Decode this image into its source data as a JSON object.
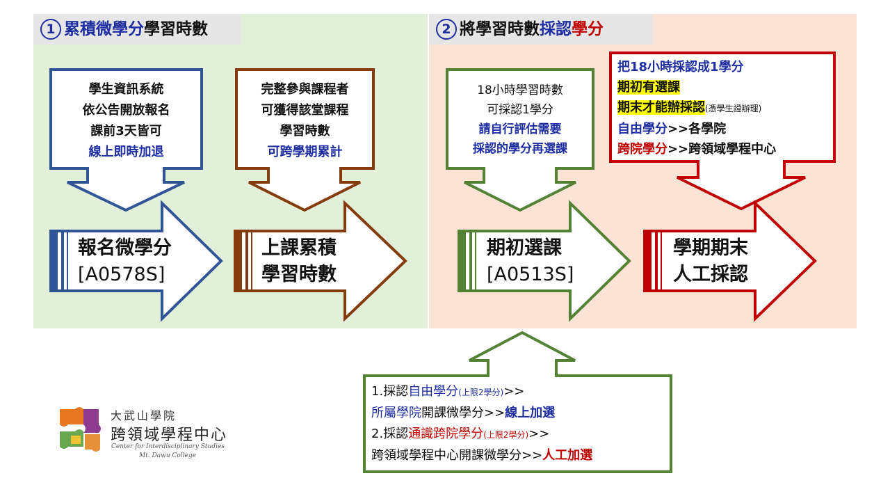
{
  "section1": {
    "number": "1",
    "title_part1": "累積微學分",
    "title_part2": "學習時數"
  },
  "section2": {
    "number": "2",
    "title_part1": "將學習時數",
    "title_part2": "採認",
    "title_part3": "學分"
  },
  "callout1": {
    "line1": "學生資訊系統",
    "line2": "依公告開放報名",
    "line3": "課前3天皆可",
    "line4": "線上即時加退"
  },
  "callout2": {
    "line1": "完整參與課程者",
    "line2": "可獲得該堂課程",
    "line3": "學習時數",
    "line4": "可跨學期累計"
  },
  "callout3": {
    "line1": "18小時學習時數",
    "line2": "可採認1學分",
    "line3": "請自行評估需要",
    "line4": "採認的學分再選課"
  },
  "callout4": {
    "line1": "把18小時採認成1學分",
    "line2": "期初有選課",
    "line3": "期末才能辦採認",
    "line3_note": "(憑學生證辦理)",
    "line4_a": "自由學分",
    "line4_b": ">>各學院",
    "line5_a": "跨院學分",
    "line5_b": ">>跨領域學程中心"
  },
  "steps": [
    {
      "line1": "報名微學分",
      "line2": "[A0578S]"
    },
    {
      "line1": "上課累積",
      "line2": "學習時數"
    },
    {
      "line1": "期初選課",
      "line2": "[A0513S]"
    },
    {
      "line1": "學期期末",
      "line2": "人工採認"
    }
  ],
  "bottom": {
    "r1_a": "1.採認",
    "r1_b": "自由學分",
    "r1_note": "(上限2學分)",
    "r1_c": ">>",
    "r2_a": "所屬學院",
    "r2_b": "開課微學分>>",
    "r2_c": "線上加選",
    "r3_a": "2.採認",
    "r3_b": "通識跨院學分",
    "r3_note": "(上限2學分)",
    "r3_c": ">>",
    "r4_a": "跨領域學程中心開課微學分>>",
    "r4_b": "人工加選"
  },
  "logo": {
    "top": "大武山學院",
    "main": "跨領域學程中心",
    "en1": "Center for Interdisciplinary Studies",
    "en2": "Mt. Dawu College"
  },
  "colors": {
    "blue": "#2f5597",
    "brown": "#843c0c",
    "green": "#548235",
    "red": "#c00000",
    "text_blue": "#1f2ea0"
  }
}
